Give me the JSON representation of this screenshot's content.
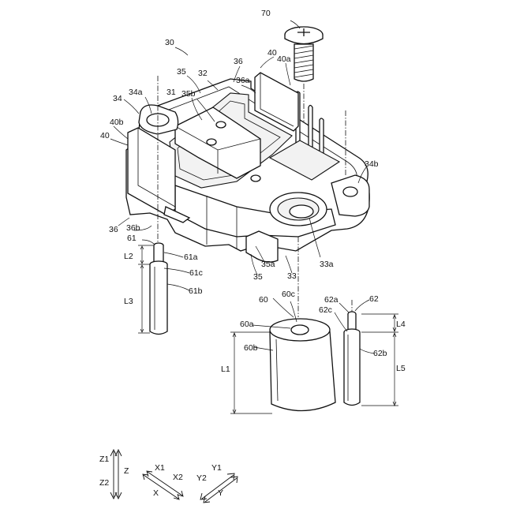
{
  "labels": {
    "l70": "70",
    "l30": "30",
    "l40_top": "40",
    "l40a": "40a",
    "l36_top": "36",
    "l35_top": "35",
    "l32": "32",
    "l36a": "36a",
    "l34": "34",
    "l34a": "34a",
    "l31": "31",
    "l35b": "35b",
    "l40b": "40b",
    "l40_left": "40",
    "l34b": "34b",
    "l36_bottom": "36",
    "l36b": "36b",
    "l61": "61",
    "l61a": "61a",
    "l61c": "61c",
    "l61b": "61b",
    "l35a": "35a",
    "l35_bottom": "35",
    "l33": "33",
    "l33a": "33a",
    "lL2": "L2",
    "lL3": "L3",
    "l60": "60",
    "l60c": "60c",
    "l60a": "60a",
    "l60b": "60b",
    "lL1": "L1",
    "l62": "62",
    "l62a": "62a",
    "l62c": "62c",
    "l62b": "62b",
    "lL4": "L4",
    "lL5": "L5"
  },
  "axes": {
    "z1": "Z1",
    "z2": "Z2",
    "z": "Z",
    "x1": "X1",
    "x2": "X2",
    "x": "X",
    "y1": "Y1",
    "y2": "Y2",
    "y": "Y"
  }
}
